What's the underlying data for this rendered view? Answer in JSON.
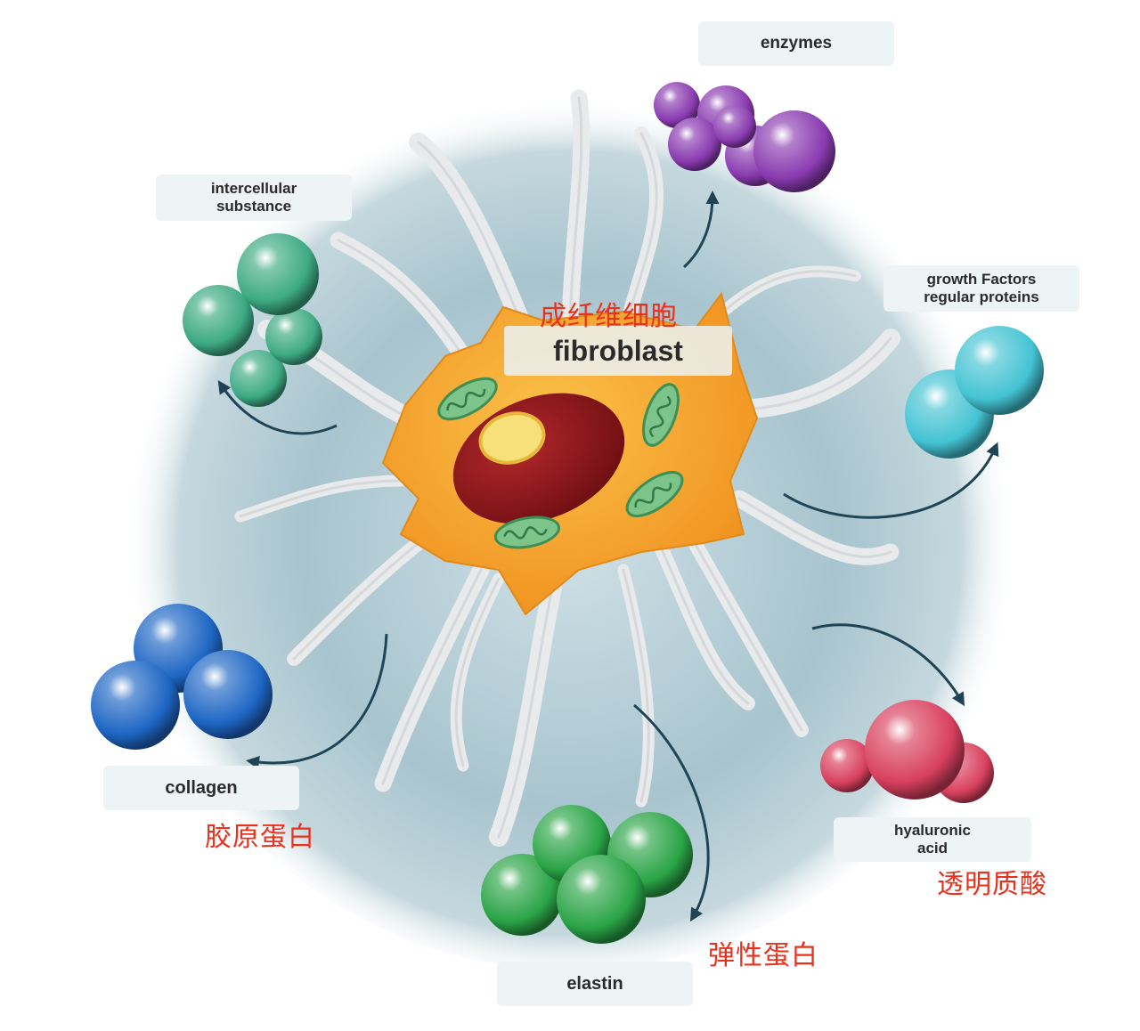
{
  "center": {
    "title_en": "fibroblast",
    "title_cn": "成纤维细胞"
  },
  "products": [
    {
      "key": "enzymes",
      "label": [
        "enzymes"
      ],
      "label_cn": "",
      "color": "#8a3bb0"
    },
    {
      "key": "intercellular",
      "label": [
        "intercellular",
        "substance"
      ],
      "label_cn": "",
      "color": "#3daa84"
    },
    {
      "key": "growth",
      "label": [
        "growth Factors",
        "regular proteins"
      ],
      "label_cn": "",
      "color": "#44c3d3"
    },
    {
      "key": "collagen",
      "label": [
        "collagen"
      ],
      "label_cn": "胶原蛋白",
      "color": "#1e66c4"
    },
    {
      "key": "elastin",
      "label": [
        "elastin"
      ],
      "label_cn": "弹性蛋白",
      "color": "#2aa446"
    },
    {
      "key": "hyaluronic",
      "label": [
        "hyaluronic",
        "acid"
      ],
      "label_cn": "透明质酸",
      "color": "#d8405e"
    }
  ],
  "colors": {
    "cell_body": "#f5a42a",
    "nucleus": "#8c1418",
    "nucleolus": "#f7e07a",
    "mitochondria": "#7cc48a",
    "halo": "#9fbfca",
    "arrow": "#1f4456"
  }
}
